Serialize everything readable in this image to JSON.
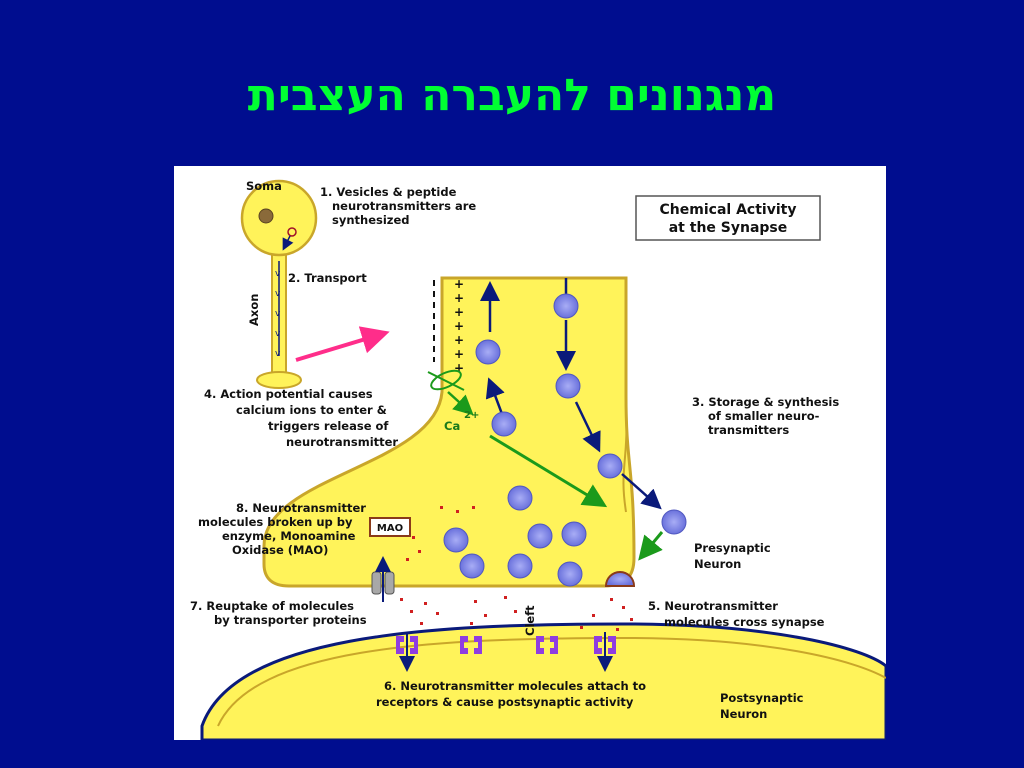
{
  "slide": {
    "title": "מנגנונים להעברה העצבית"
  },
  "diagram": {
    "title_box": [
      "Chemical Activity",
      "at the Synapse"
    ],
    "soma_label": "Soma",
    "axon_label": "Axon",
    "calcium_label": "Ca",
    "calcium_charge": "2+",
    "mao_label": "MAO",
    "cleft_label": "Cleft",
    "steps": {
      "step1": [
        "1. Vesicles & peptide",
        "neurotransmitters are",
        "synthesized"
      ],
      "step2": [
        "2. Transport"
      ],
      "step3": [
        "3. Storage & synthesis",
        "of smaller neuro-",
        "transmitters"
      ],
      "step4": [
        "4. Action potential causes",
        "calcium ions to enter &",
        "triggers release of",
        "neurotransmitter"
      ],
      "step5": [
        "5. Neurotransmitter",
        "molecules cross synapse"
      ],
      "step6": [
        "6. Neurotransmitter molecules attach to",
        "receptors & cause postsynaptic activity"
      ],
      "step7": [
        "7. Reuptake of molecules",
        "by transporter proteins"
      ],
      "step8": [
        "8. Neurotransmitter",
        "molecules broken up by",
        "enzyme, Monoamine",
        "Oxidase (MAO)"
      ]
    },
    "presynaptic_label": [
      "Presynaptic",
      "Neuron"
    ],
    "postsynaptic_label": [
      "Postsynaptic",
      "Neuron"
    ],
    "colors": {
      "background": "#000d8f",
      "title": "#00ff33",
      "neuron_fill": "#fff35a",
      "neuron_outline": "#c9a62a",
      "vesicle": "#7f86e6",
      "arrow_dark": "#0a1a7a",
      "arrow_green": "#1b9a1b",
      "arrow_pink": "#ff2d8a",
      "receptor": "#8f3de0",
      "transmitter_dots": "#d02020"
    }
  }
}
